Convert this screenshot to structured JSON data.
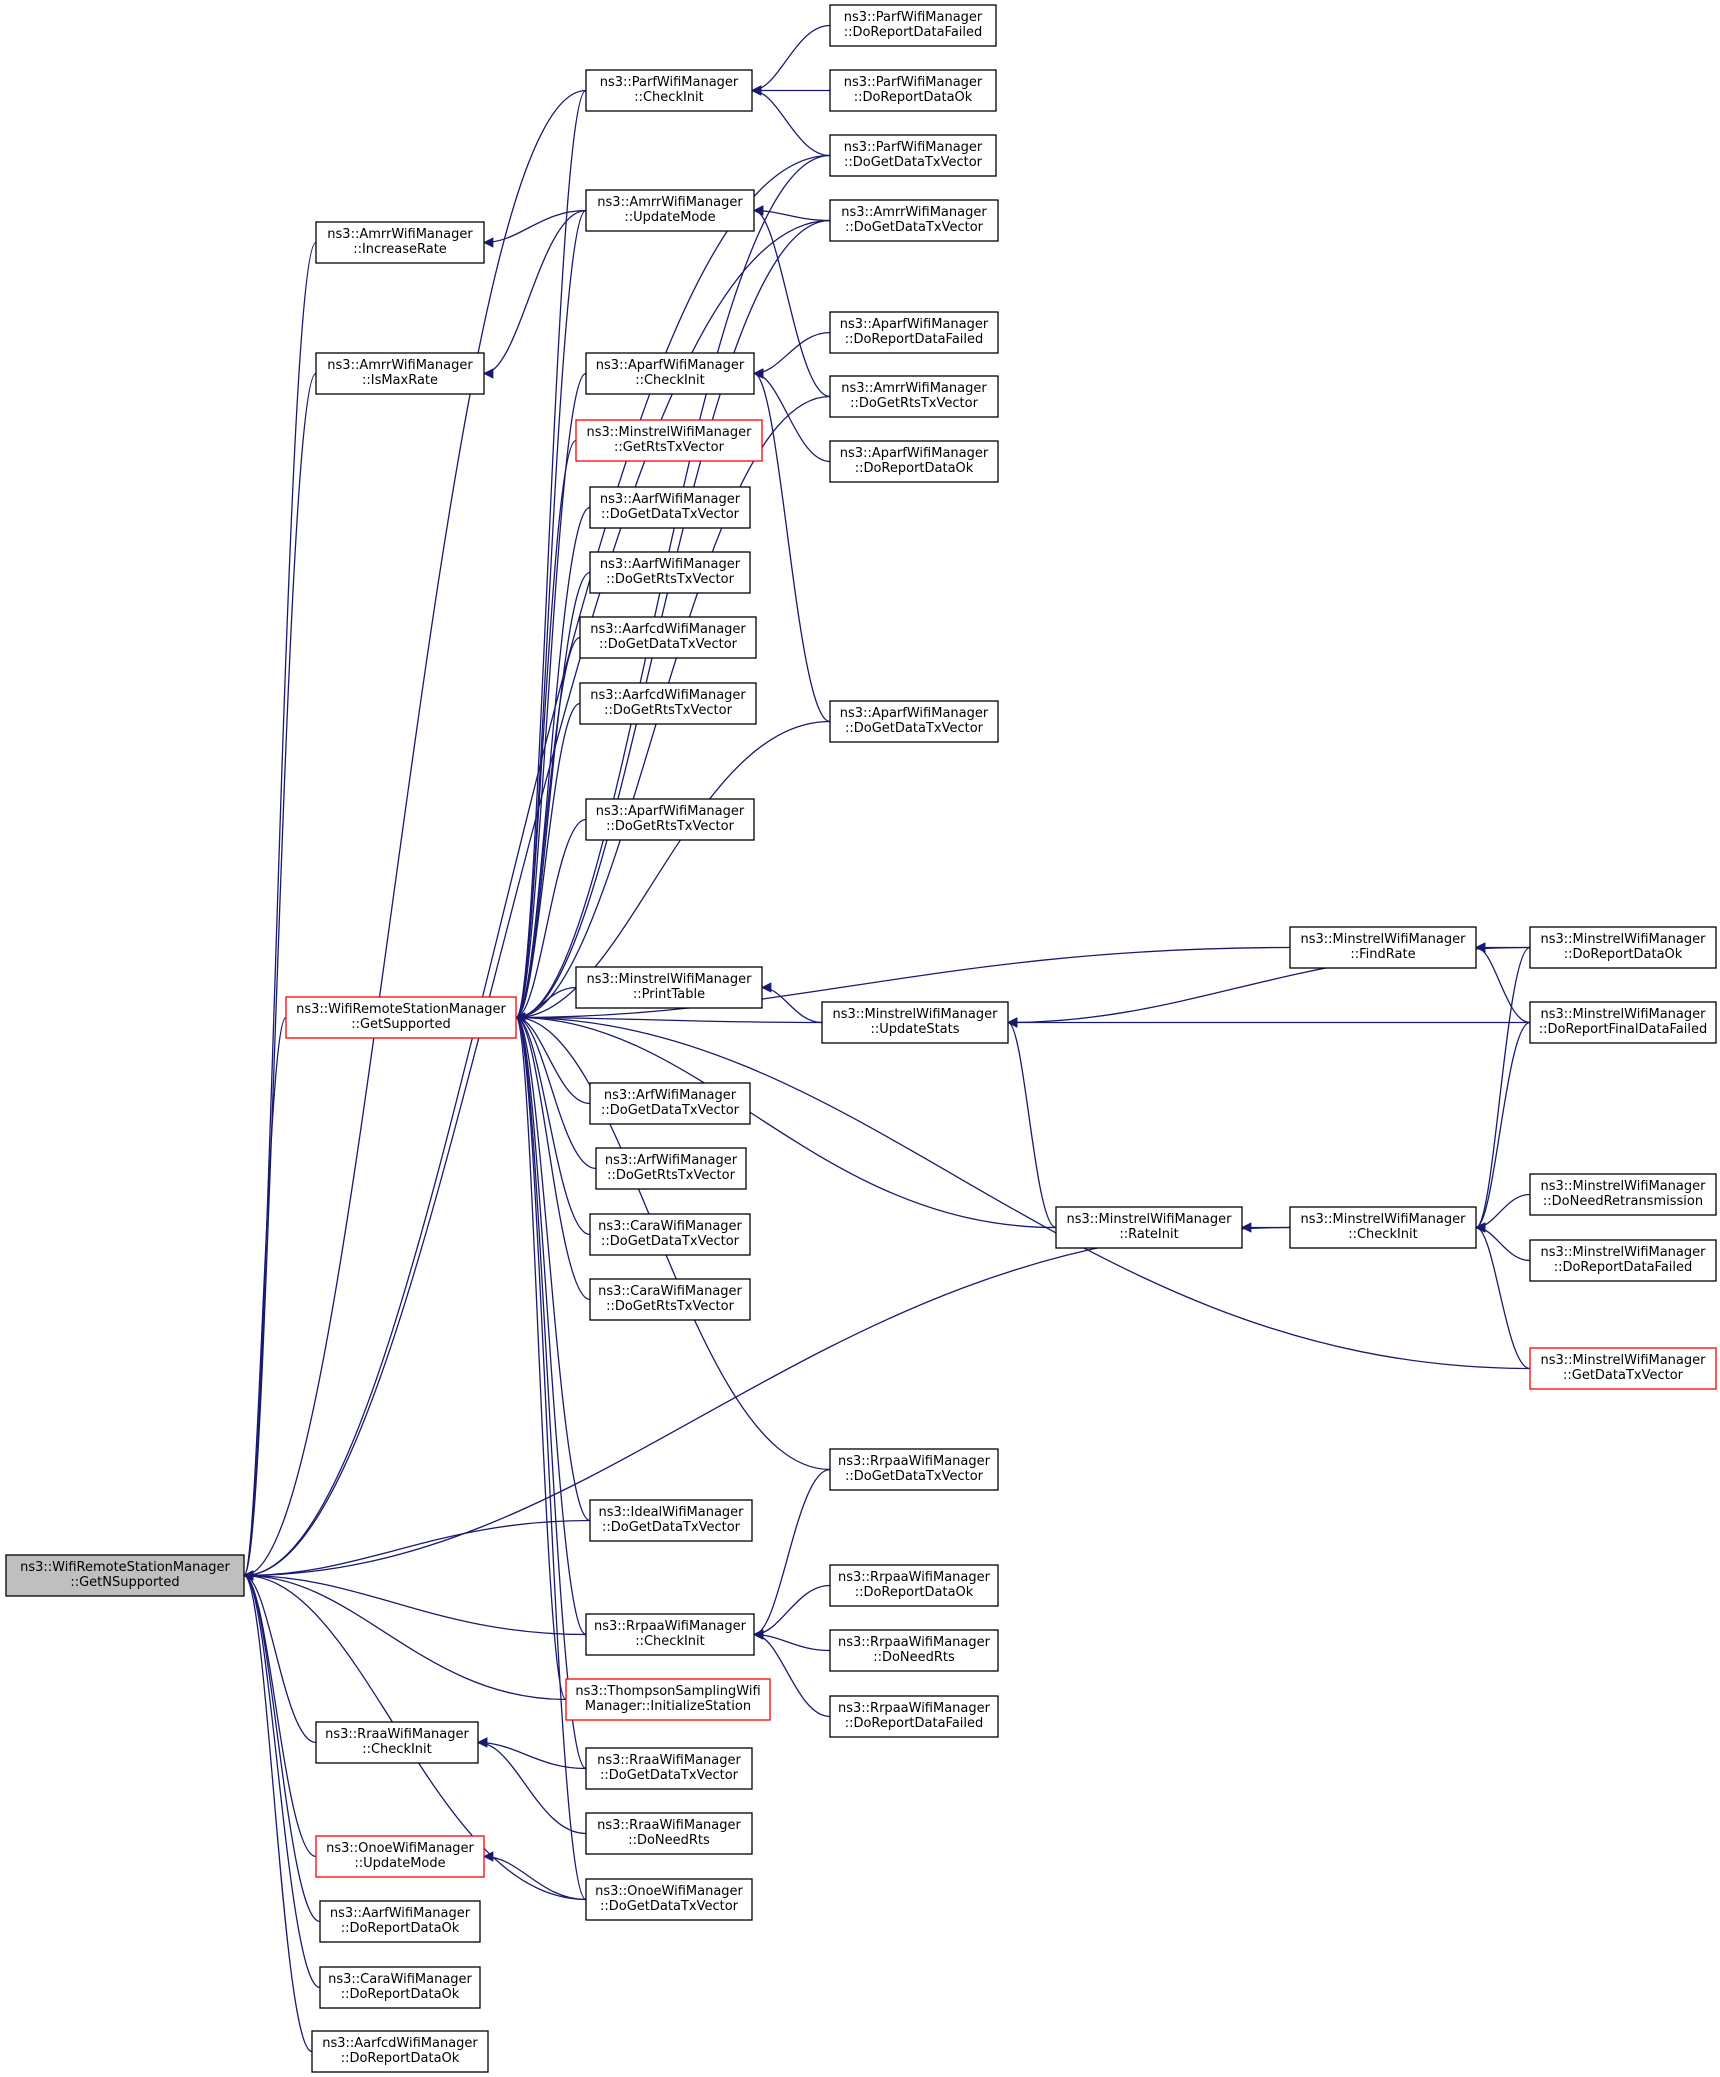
{
  "colors": {
    "edge": "#191970",
    "border_default": "#000000",
    "border_incomplete": "#ff0000",
    "root_fill": "#bfbfbf",
    "background": "#ffffff"
  },
  "nodes": [
    {
      "id": "root",
      "lines": [
        "ns3::WifiRemoteStationManager",
        "::GetNSupported"
      ],
      "style": "root"
    },
    {
      "id": "gs",
      "lines": [
        "ns3::WifiRemoteStationManager",
        "::GetSupported"
      ],
      "style": "red"
    },
    {
      "id": "parf_ci",
      "lines": [
        "ns3::ParfWifiManager",
        "::CheckInit"
      ]
    },
    {
      "id": "parf_drdf",
      "lines": [
        "ns3::ParfWifiManager",
        "::DoReportDataFailed"
      ]
    },
    {
      "id": "parf_drdo",
      "lines": [
        "ns3::ParfWifiManager",
        "::DoReportDataOk"
      ]
    },
    {
      "id": "parf_dgdtv",
      "lines": [
        "ns3::ParfWifiManager",
        "::DoGetDataTxVector"
      ]
    },
    {
      "id": "amrr_ir",
      "lines": [
        "ns3::AmrrWifiManager",
        "::IncreaseRate"
      ]
    },
    {
      "id": "amrr_um",
      "lines": [
        "ns3::AmrrWifiManager",
        "::UpdateMode"
      ]
    },
    {
      "id": "amrr_dgdtv",
      "lines": [
        "ns3::AmrrWifiManager",
        "::DoGetDataTxVector"
      ]
    },
    {
      "id": "amrr_imr",
      "lines": [
        "ns3::AmrrWifiManager",
        "::IsMaxRate"
      ]
    },
    {
      "id": "amrr_dgrtv",
      "lines": [
        "ns3::AmrrWifiManager",
        "::DoGetRtsTxVector"
      ]
    },
    {
      "id": "aparf_ci",
      "lines": [
        "ns3::AparfWifiManager",
        "::CheckInit"
      ]
    },
    {
      "id": "aparf_drdf",
      "lines": [
        "ns3::AparfWifiManager",
        "::DoReportDataFailed"
      ]
    },
    {
      "id": "aparf_drdo",
      "lines": [
        "ns3::AparfWifiManager",
        "::DoReportDataOk"
      ]
    },
    {
      "id": "aparf_dgdtv",
      "lines": [
        "ns3::AparfWifiManager",
        "::DoGetDataTxVector"
      ]
    },
    {
      "id": "aparf_dgrtv",
      "lines": [
        "ns3::AparfWifiManager",
        "::DoGetRtsTxVector"
      ]
    },
    {
      "id": "min_grtv",
      "lines": [
        "ns3::MinstrelWifiManager",
        "::GetRtsTxVector"
      ],
      "style": "red"
    },
    {
      "id": "aarf_dgdtv",
      "lines": [
        "ns3::AarfWifiManager",
        "::DoGetDataTxVector"
      ]
    },
    {
      "id": "aarf_dgrtv",
      "lines": [
        "ns3::AarfWifiManager",
        "::DoGetRtsTxVector"
      ]
    },
    {
      "id": "aarfcd_dgdtv",
      "lines": [
        "ns3::AarfcdWifiManager",
        "::DoGetDataTxVector"
      ]
    },
    {
      "id": "aarfcd_dgrtv",
      "lines": [
        "ns3::AarfcdWifiManager",
        "::DoGetRtsTxVector"
      ]
    },
    {
      "id": "min_pt",
      "lines": [
        "ns3::MinstrelWifiManager",
        "::PrintTable"
      ]
    },
    {
      "id": "min_us",
      "lines": [
        "ns3::MinstrelWifiManager",
        "::UpdateStats"
      ]
    },
    {
      "id": "min_fr",
      "lines": [
        "ns3::MinstrelWifiManager",
        "::FindRate"
      ]
    },
    {
      "id": "min_drdo",
      "lines": [
        "ns3::MinstrelWifiManager",
        "::DoReportDataOk"
      ]
    },
    {
      "id": "min_drfdf",
      "lines": [
        "ns3::MinstrelWifiManager",
        "::DoReportFinalDataFailed"
      ]
    },
    {
      "id": "arf_dgdtv",
      "lines": [
        "ns3::ArfWifiManager",
        "::DoGetDataTxVector"
      ]
    },
    {
      "id": "arf_dgrtv",
      "lines": [
        "ns3::ArfWifiManager",
        "::DoGetRtsTxVector"
      ]
    },
    {
      "id": "cara_dgdtv",
      "lines": [
        "ns3::CaraWifiManager",
        "::DoGetDataTxVector"
      ]
    },
    {
      "id": "cara_dgrtv",
      "lines": [
        "ns3::CaraWifiManager",
        "::DoGetRtsTxVector"
      ]
    },
    {
      "id": "min_ri",
      "lines": [
        "ns3::MinstrelWifiManager",
        "::RateInit"
      ]
    },
    {
      "id": "min_ci",
      "lines": [
        "ns3::MinstrelWifiManager",
        "::CheckInit"
      ]
    },
    {
      "id": "min_dnr",
      "lines": [
        "ns3::MinstrelWifiManager",
        "::DoNeedRetransmission"
      ]
    },
    {
      "id": "min_drdf",
      "lines": [
        "ns3::MinstrelWifiManager",
        "::DoReportDataFailed"
      ]
    },
    {
      "id": "min_gdtv",
      "lines": [
        "ns3::MinstrelWifiManager",
        "::GetDataTxVector"
      ],
      "style": "red"
    },
    {
      "id": "rrpaa_dgdtv",
      "lines": [
        "ns3::RrpaaWifiManager",
        "::DoGetDataTxVector"
      ]
    },
    {
      "id": "ideal_dgdtv",
      "lines": [
        "ns3::IdealWifiManager",
        "::DoGetDataTxVector"
      ]
    },
    {
      "id": "rrpaa_ci",
      "lines": [
        "ns3::RrpaaWifiManager",
        "::CheckInit"
      ]
    },
    {
      "id": "rrpaa_drdo",
      "lines": [
        "ns3::RrpaaWifiManager",
        "::DoReportDataOk"
      ]
    },
    {
      "id": "rrpaa_dnr",
      "lines": [
        "ns3::RrpaaWifiManager",
        "::DoNeedRts"
      ]
    },
    {
      "id": "rrpaa_drdf",
      "lines": [
        "ns3::RrpaaWifiManager",
        "::DoReportDataFailed"
      ]
    },
    {
      "id": "ts_is",
      "lines": [
        "ns3::ThompsonSamplingWifi",
        "Manager::InitializeStation"
      ],
      "style": "red"
    },
    {
      "id": "rraa_ci",
      "lines": [
        "ns3::RraaWifiManager",
        "::CheckInit"
      ]
    },
    {
      "id": "rraa_dgdtv",
      "lines": [
        "ns3::RraaWifiManager",
        "::DoGetDataTxVector"
      ]
    },
    {
      "id": "rraa_dnr",
      "lines": [
        "ns3::RraaWifiManager",
        "::DoNeedRts"
      ]
    },
    {
      "id": "onoe_um",
      "lines": [
        "ns3::OnoeWifiManager",
        "::UpdateMode"
      ],
      "style": "red"
    },
    {
      "id": "onoe_dgdtv",
      "lines": [
        "ns3::OnoeWifiManager",
        "::DoGetDataTxVector"
      ]
    },
    {
      "id": "aarf_drdo",
      "lines": [
        "ns3::AarfWifiManager",
        "::DoReportDataOk"
      ]
    },
    {
      "id": "cara_drdo",
      "lines": [
        "ns3::CaraWifiManager",
        "::DoReportDataOk"
      ]
    },
    {
      "id": "aarfcd_drdo",
      "lines": [
        "ns3::AarfcdWifiManager",
        "::DoReportDataOk"
      ]
    }
  ],
  "edges": [
    [
      "parf_ci",
      "root"
    ],
    [
      "amrr_ir",
      "root"
    ],
    [
      "amrr_imr",
      "root"
    ],
    [
      "gs",
      "root"
    ],
    [
      "amrr_dgdtv",
      "root"
    ],
    [
      "parf_dgdtv",
      "root"
    ],
    [
      "ideal_dgdtv",
      "root"
    ],
    [
      "min_ci",
      "root"
    ],
    [
      "rrpaa_ci",
      "root"
    ],
    [
      "ts_is",
      "root"
    ],
    [
      "rraa_ci",
      "root"
    ],
    [
      "onoe_um",
      "root"
    ],
    [
      "onoe_dgdtv",
      "root"
    ],
    [
      "aarf_drdo",
      "root"
    ],
    [
      "cara_drdo",
      "root"
    ],
    [
      "aarfcd_drdo",
      "root"
    ],
    [
      "parf_drdf",
      "parf_ci"
    ],
    [
      "parf_drdo",
      "parf_ci"
    ],
    [
      "parf_dgdtv",
      "parf_ci"
    ],
    [
      "amrr_um",
      "amrr_ir"
    ],
    [
      "amrr_um",
      "amrr_imr"
    ],
    [
      "amrr_dgdtv",
      "amrr_um"
    ],
    [
      "amrr_dgrtv",
      "amrr_um"
    ],
    [
      "aparf_drdf",
      "aparf_ci"
    ],
    [
      "aparf_drdo",
      "aparf_ci"
    ],
    [
      "aparf_dgdtv",
      "aparf_ci"
    ],
    [
      "parf_ci",
      "gs"
    ],
    [
      "amrr_um",
      "gs"
    ],
    [
      "aparf_ci",
      "gs"
    ],
    [
      "parf_dgdtv",
      "gs"
    ],
    [
      "amrr_dgdtv",
      "gs"
    ],
    [
      "min_grtv",
      "gs"
    ],
    [
      "aarf_dgdtv",
      "gs"
    ],
    [
      "aarf_dgrtv",
      "gs"
    ],
    [
      "aarfcd_dgdtv",
      "gs"
    ],
    [
      "aarfcd_dgrtv",
      "gs"
    ],
    [
      "amrr_dgrtv",
      "gs"
    ],
    [
      "aparf_dgrtv",
      "gs"
    ],
    [
      "aparf_dgdtv",
      "gs"
    ],
    [
      "min_fr",
      "gs"
    ],
    [
      "min_pt",
      "gs"
    ],
    [
      "min_us",
      "gs"
    ],
    [
      "arf_dgdtv",
      "gs"
    ],
    [
      "arf_dgrtv",
      "gs"
    ],
    [
      "cara_dgdtv",
      "gs"
    ],
    [
      "cara_dgrtv",
      "gs"
    ],
    [
      "min_ri",
      "gs"
    ],
    [
      "min_gdtv",
      "gs"
    ],
    [
      "rrpaa_dgdtv",
      "gs"
    ],
    [
      "ideal_dgdtv",
      "gs"
    ],
    [
      "rrpaa_ci",
      "gs"
    ],
    [
      "ts_is",
      "gs"
    ],
    [
      "rraa_dgdtv",
      "gs"
    ],
    [
      "onoe_dgdtv",
      "gs"
    ],
    [
      "min_us",
      "min_pt"
    ],
    [
      "min_drdo",
      "min_us"
    ],
    [
      "min_drfdf",
      "min_us"
    ],
    [
      "min_ri",
      "min_us"
    ],
    [
      "min_drdo",
      "min_fr"
    ],
    [
      "min_drfdf",
      "min_fr"
    ],
    [
      "min_ci",
      "min_ri"
    ],
    [
      "min_drdo",
      "min_ci"
    ],
    [
      "min_drfdf",
      "min_ci"
    ],
    [
      "min_dnr",
      "min_ci"
    ],
    [
      "min_drdf",
      "min_ci"
    ],
    [
      "min_gdtv",
      "min_ci"
    ],
    [
      "rrpaa_dgdtv",
      "rrpaa_ci"
    ],
    [
      "rrpaa_drdo",
      "rrpaa_ci"
    ],
    [
      "rrpaa_dnr",
      "rrpaa_ci"
    ],
    [
      "rrpaa_drdf",
      "rrpaa_ci"
    ],
    [
      "rraa_dgdtv",
      "rraa_ci"
    ],
    [
      "rraa_dnr",
      "rraa_ci"
    ],
    [
      "onoe_dgdtv",
      "onoe_um"
    ]
  ]
}
